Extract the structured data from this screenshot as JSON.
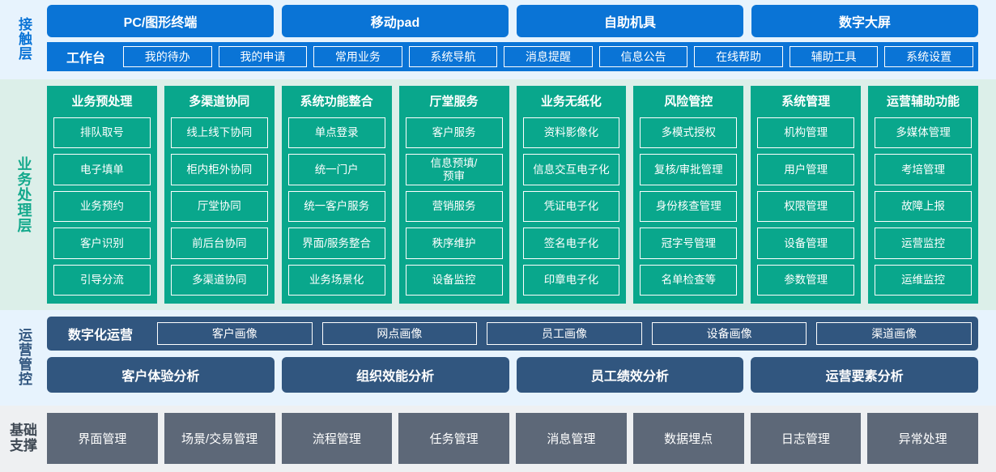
{
  "layers": {
    "touch": {
      "label": "接触层",
      "accent": "#0a74d6",
      "background": "#e7f3fd",
      "channels": [
        "PC/图形终端",
        "移动pad",
        "自助机具",
        "数字大屏"
      ],
      "workbench_title": "工作台",
      "items": [
        "我的待办",
        "我的申请",
        "常用业务",
        "系统导航",
        "消息提醒",
        "信息公告",
        "在线帮助",
        "辅助工具",
        "系统设置"
      ]
    },
    "business": {
      "label": "业务处理层",
      "accent": "#09a78c",
      "background": "#dcefe9",
      "columns": [
        {
          "title": "业务预处理",
          "cells": [
            "排队取号",
            "电子填单",
            "业务预约",
            "客户识别",
            "引导分流"
          ]
        },
        {
          "title": "多渠道协同",
          "cells": [
            "线上线下协同",
            "柜内柜外协同",
            "厅堂协同",
            "前后台协同",
            "多渠道协同"
          ]
        },
        {
          "title": "系统功能整合",
          "cells": [
            "单点登录",
            "统一门户",
            "统一客户服务",
            "界面/服务整合",
            "业务场景化"
          ]
        },
        {
          "title": "厅堂服务",
          "cells": [
            "客户服务",
            "信息预填/\n预审",
            "营销服务",
            "秩序维护",
            "设备监控"
          ]
        },
        {
          "title": "业务无纸化",
          "cells": [
            "资料影像化",
            "信息交互电子化",
            "凭证电子化",
            "签名电子化",
            "印章电子化"
          ]
        },
        {
          "title": "风险管控",
          "cells": [
            "多模式授权",
            "复核/审批管理",
            "身份核查管理",
            "冠字号管理",
            "名单检查等"
          ]
        },
        {
          "title": "系统管理",
          "cells": [
            "机构管理",
            "用户管理",
            "权限管理",
            "设备管理",
            "参数管理"
          ]
        },
        {
          "title": "运营辅助功能",
          "cells": [
            "多媒体管理",
            "考培管理",
            "故障上报",
            "运营监控",
            "运维监控"
          ]
        }
      ]
    },
    "operations": {
      "label": "运营管控",
      "accent": "#31567f",
      "background": "#e7f3fd",
      "digital_title": "数字化运营",
      "portraits": [
        "客户画像",
        "网点画像",
        "员工画像",
        "设备画像",
        "渠道画像"
      ],
      "analyses": [
        "客户体验分析",
        "组织效能分析",
        "员工绩效分析",
        "运营要素分析"
      ]
    },
    "base": {
      "label_line1": "基础",
      "label_line2": "支撑",
      "accent": "#5d6878",
      "background": "#eef0f2",
      "items": [
        "界面管理",
        "场景/交易管理",
        "流程管理",
        "任务管理",
        "消息管理",
        "数据埋点",
        "日志管理",
        "异常处理"
      ]
    }
  }
}
